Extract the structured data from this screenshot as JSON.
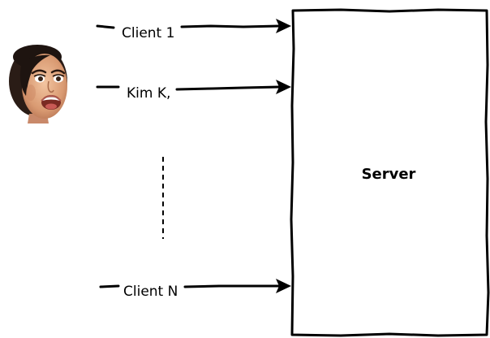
{
  "diagram": {
    "server": {
      "label": "Server"
    },
    "clients": [
      {
        "label": "Client 1"
      },
      {
        "label": "Kim K,"
      },
      {
        "label": "Client N"
      }
    ],
    "avatar": {
      "icon": "face-avatar-icon"
    }
  }
}
